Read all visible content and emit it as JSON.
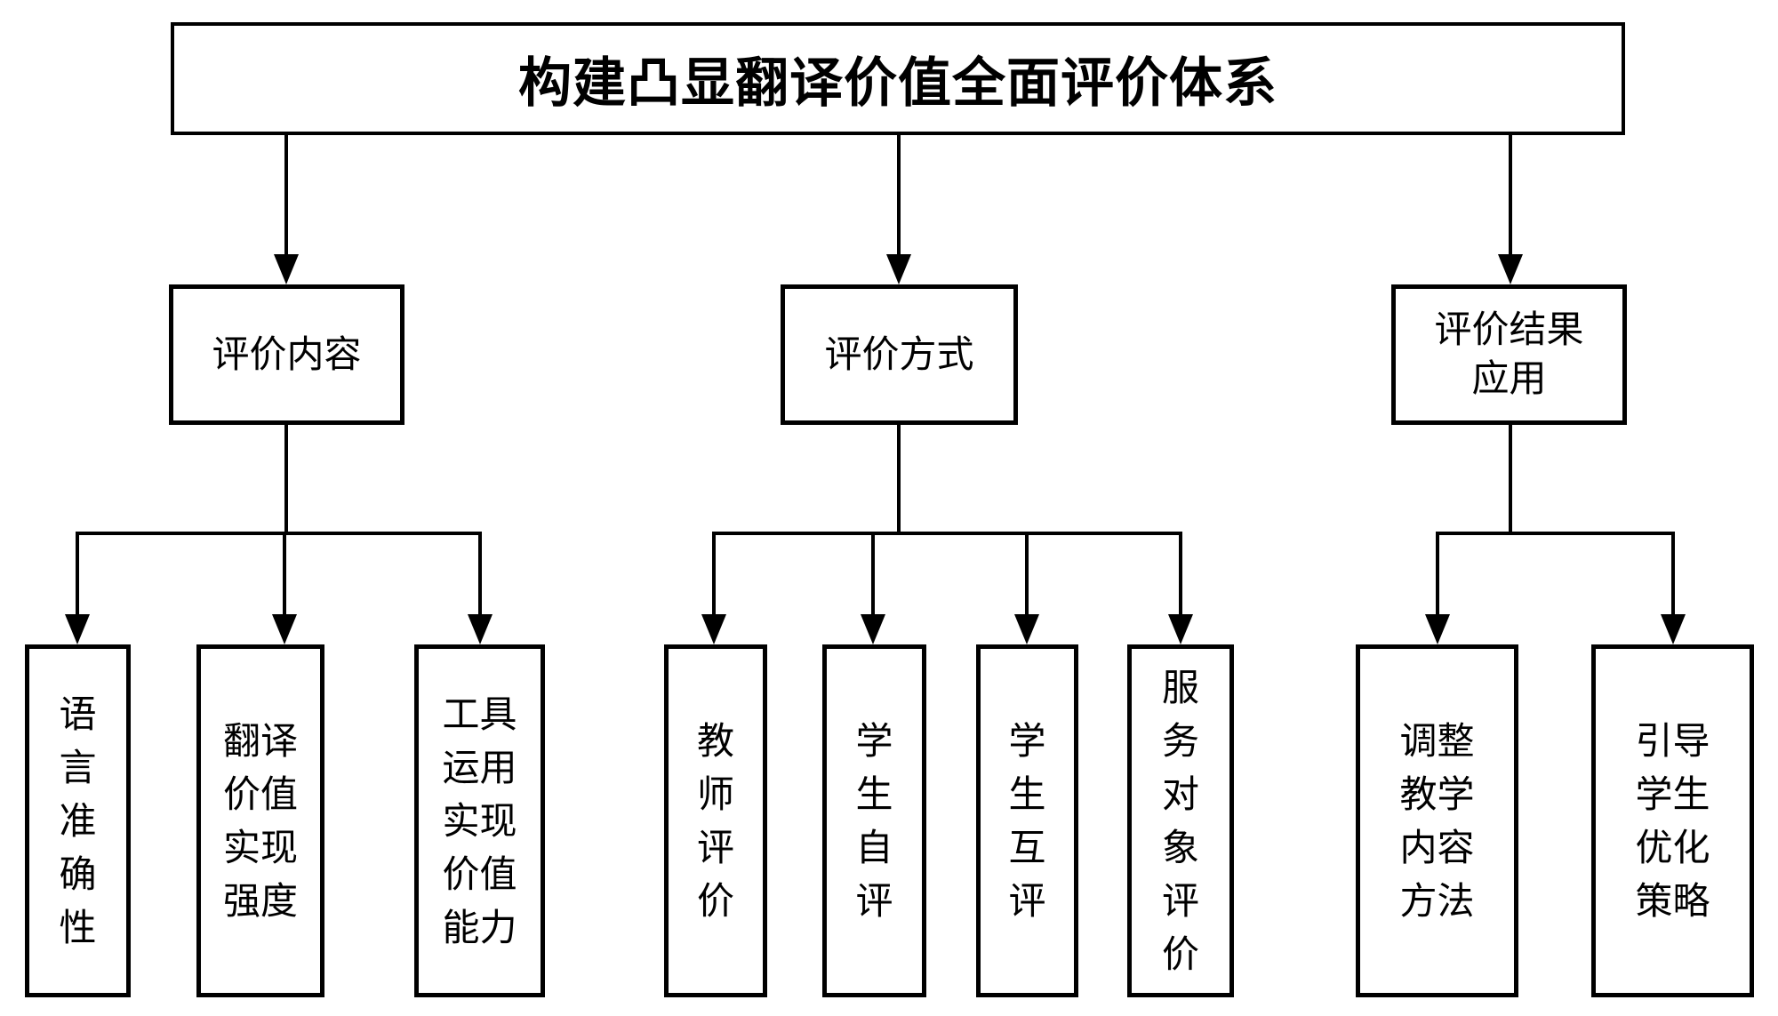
{
  "tree": {
    "root": "构建凸显翻译价值全面评价体系",
    "branches": [
      {
        "label": "评价内容",
        "children": [
          "语言准确性",
          "翻译价值实现强度",
          "工具运用实现价值能力"
        ]
      },
      {
        "label": "评价方式",
        "children": [
          "教师评价",
          "学生自评",
          "学生互评",
          "服务对象评价"
        ]
      },
      {
        "label": "评价结果应用",
        "children": [
          "调整教学内容方法",
          "引导学生优化策略"
        ]
      }
    ]
  },
  "colors": {
    "background": "#ffffff",
    "line": "#000000",
    "box_border": "#000000",
    "text": "#000000"
  }
}
